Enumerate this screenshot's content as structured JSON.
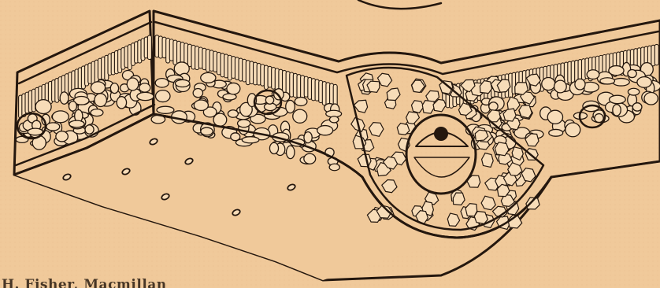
{
  "figure": {
    "caption": "H. Fisher, Macmillan",
    "colors": {
      "paper": "#f0c99a",
      "ink": "#24170e",
      "cell_fill": "#f7dcb8"
    },
    "elements": [
      "upper-epidermis",
      "palisade-mesophyll",
      "spongy-mesophyll",
      "lateral-vascular-bundles",
      "midrib",
      "central-vascular-bundle",
      "lower-epidermis-surface",
      "stomata"
    ]
  }
}
